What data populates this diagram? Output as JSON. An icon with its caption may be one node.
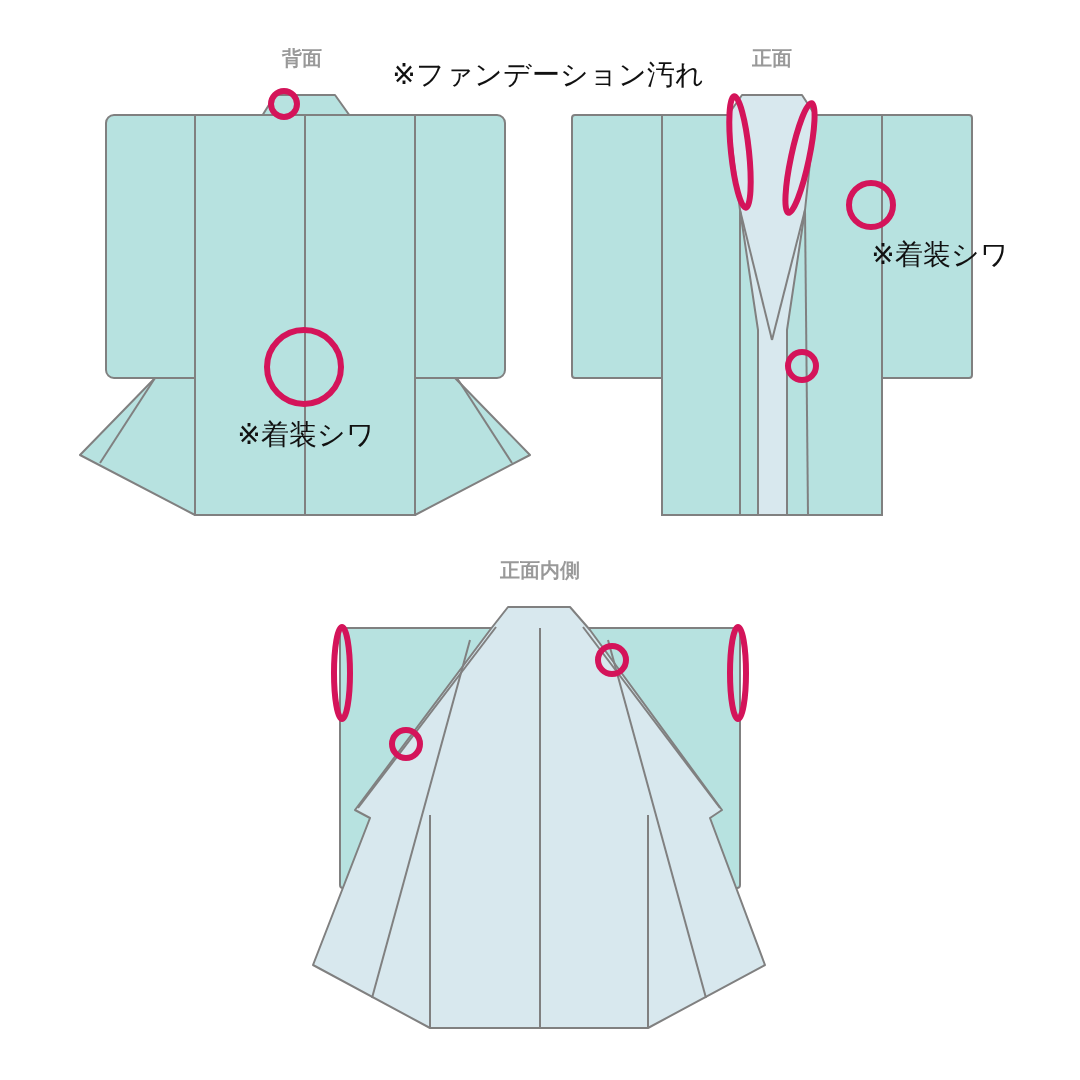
{
  "diagram": {
    "labels": [
      "背面",
      "正面",
      "※ファンデーション汚れ",
      "※着装シワ",
      "※着装シワ",
      "正面内側"
    ]
  }
}
